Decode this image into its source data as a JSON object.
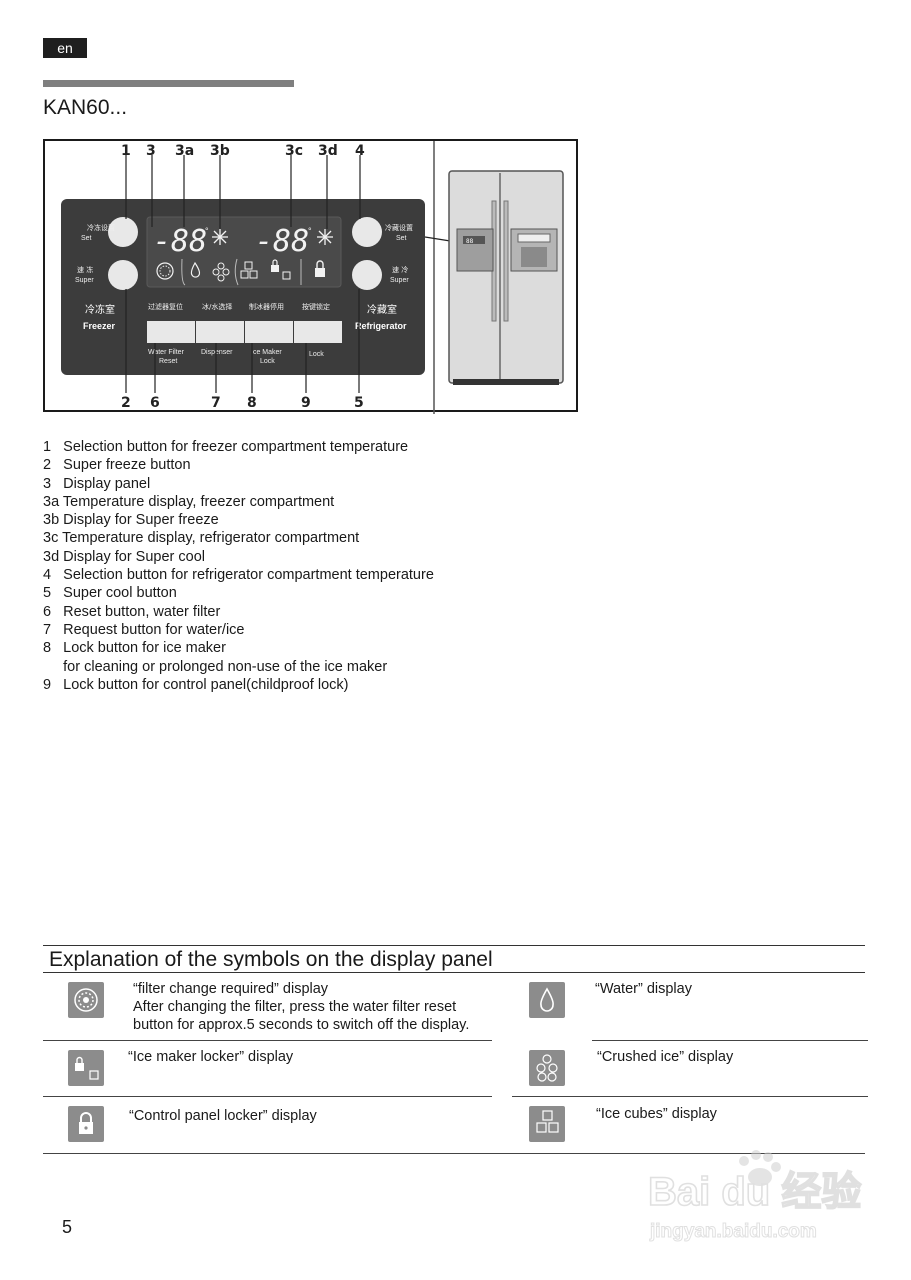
{
  "header": {
    "lang": "en",
    "model": "KAN60..."
  },
  "figure": {
    "callouts_top": [
      "1",
      "3",
      "3a",
      "3b",
      "3c",
      "3d",
      "4"
    ],
    "callouts_bottom": [
      "2",
      "6",
      "7",
      "8",
      "9",
      "5"
    ],
    "panel": {
      "freezer_set_cn": "冷冻设置",
      "freezer_set_en": "Set",
      "freezer_super_cn": "速 冻",
      "freezer_super_en": "Super",
      "freezer_label_cn": "冷冻室",
      "freezer_label_en": "Freezer",
      "fridge_set_cn": "冷藏设置",
      "fridge_set_en": "Set",
      "fridge_super_cn": "速 冷",
      "fridge_super_en": "Super",
      "fridge_label_cn": "冷藏室",
      "fridge_label_en": "Refrigerator",
      "temp_left": "-88",
      "temp_right": "-88",
      "degree": "°",
      "buttons": [
        {
          "cn": "过滤器复位",
          "en1": "Water Filter",
          "en2": "Reset"
        },
        {
          "cn": "冰/水选择",
          "en1": "Dispenser",
          "en2": ""
        },
        {
          "cn": "制冰器停用",
          "en1": "Ice Maker",
          "en2": "Lock"
        },
        {
          "cn": "按键锁定",
          "en1": "Lock",
          "en2": ""
        }
      ]
    },
    "fridge_display_text": "88"
  },
  "legend": [
    "1   Selection button for freezer compartment temperature",
    "2   Super freeze button",
    "3   Display panel",
    "3a Temperature display, freezer compartment",
    "3b Display for Super freeze",
    "3c Temperature display, refrigerator compartment",
    "3d Display for Super cool",
    "4   Selection button for refrigerator compartment temperature",
    "5   Super cool button",
    "6   Reset button, water filter",
    "7   Request button for water/ice",
    "8   Lock button for ice maker",
    "     for cleaning or prolonged non-use of the ice maker",
    "9   Lock button for control panel(childproof lock)"
  ],
  "symbols": {
    "title": "Explanation of the symbols on the display panel",
    "filter": {
      "icon": "filter-icon",
      "lines": [
        "“filter change required” display",
        "After changing the filter, press the water filter reset",
        "button for approx.5 seconds to switch off the display."
      ]
    },
    "water": {
      "icon": "water-drop-icon",
      "text": "“Water” display"
    },
    "ice_maker_lock": {
      "icon": "ice-maker-lock-icon",
      "text": "“Ice maker locker” display"
    },
    "crushed_ice": {
      "icon": "crushed-ice-icon",
      "text": "“Crushed ice” display"
    },
    "panel_lock": {
      "icon": "padlock-icon",
      "text": "“Control panel locker” display"
    },
    "ice_cubes": {
      "icon": "ice-cubes-icon",
      "text": "“Ice cubes” display"
    }
  },
  "footer": {
    "page_number": "5",
    "watermark_line1": "Bai du 经验",
    "watermark_line2": "jingyan.baidu.com"
  },
  "colors": {
    "panel_dark": "#3c3c3c",
    "icon_bg": "#8c8c8c",
    "rule_gray": "#7f7f7f"
  }
}
